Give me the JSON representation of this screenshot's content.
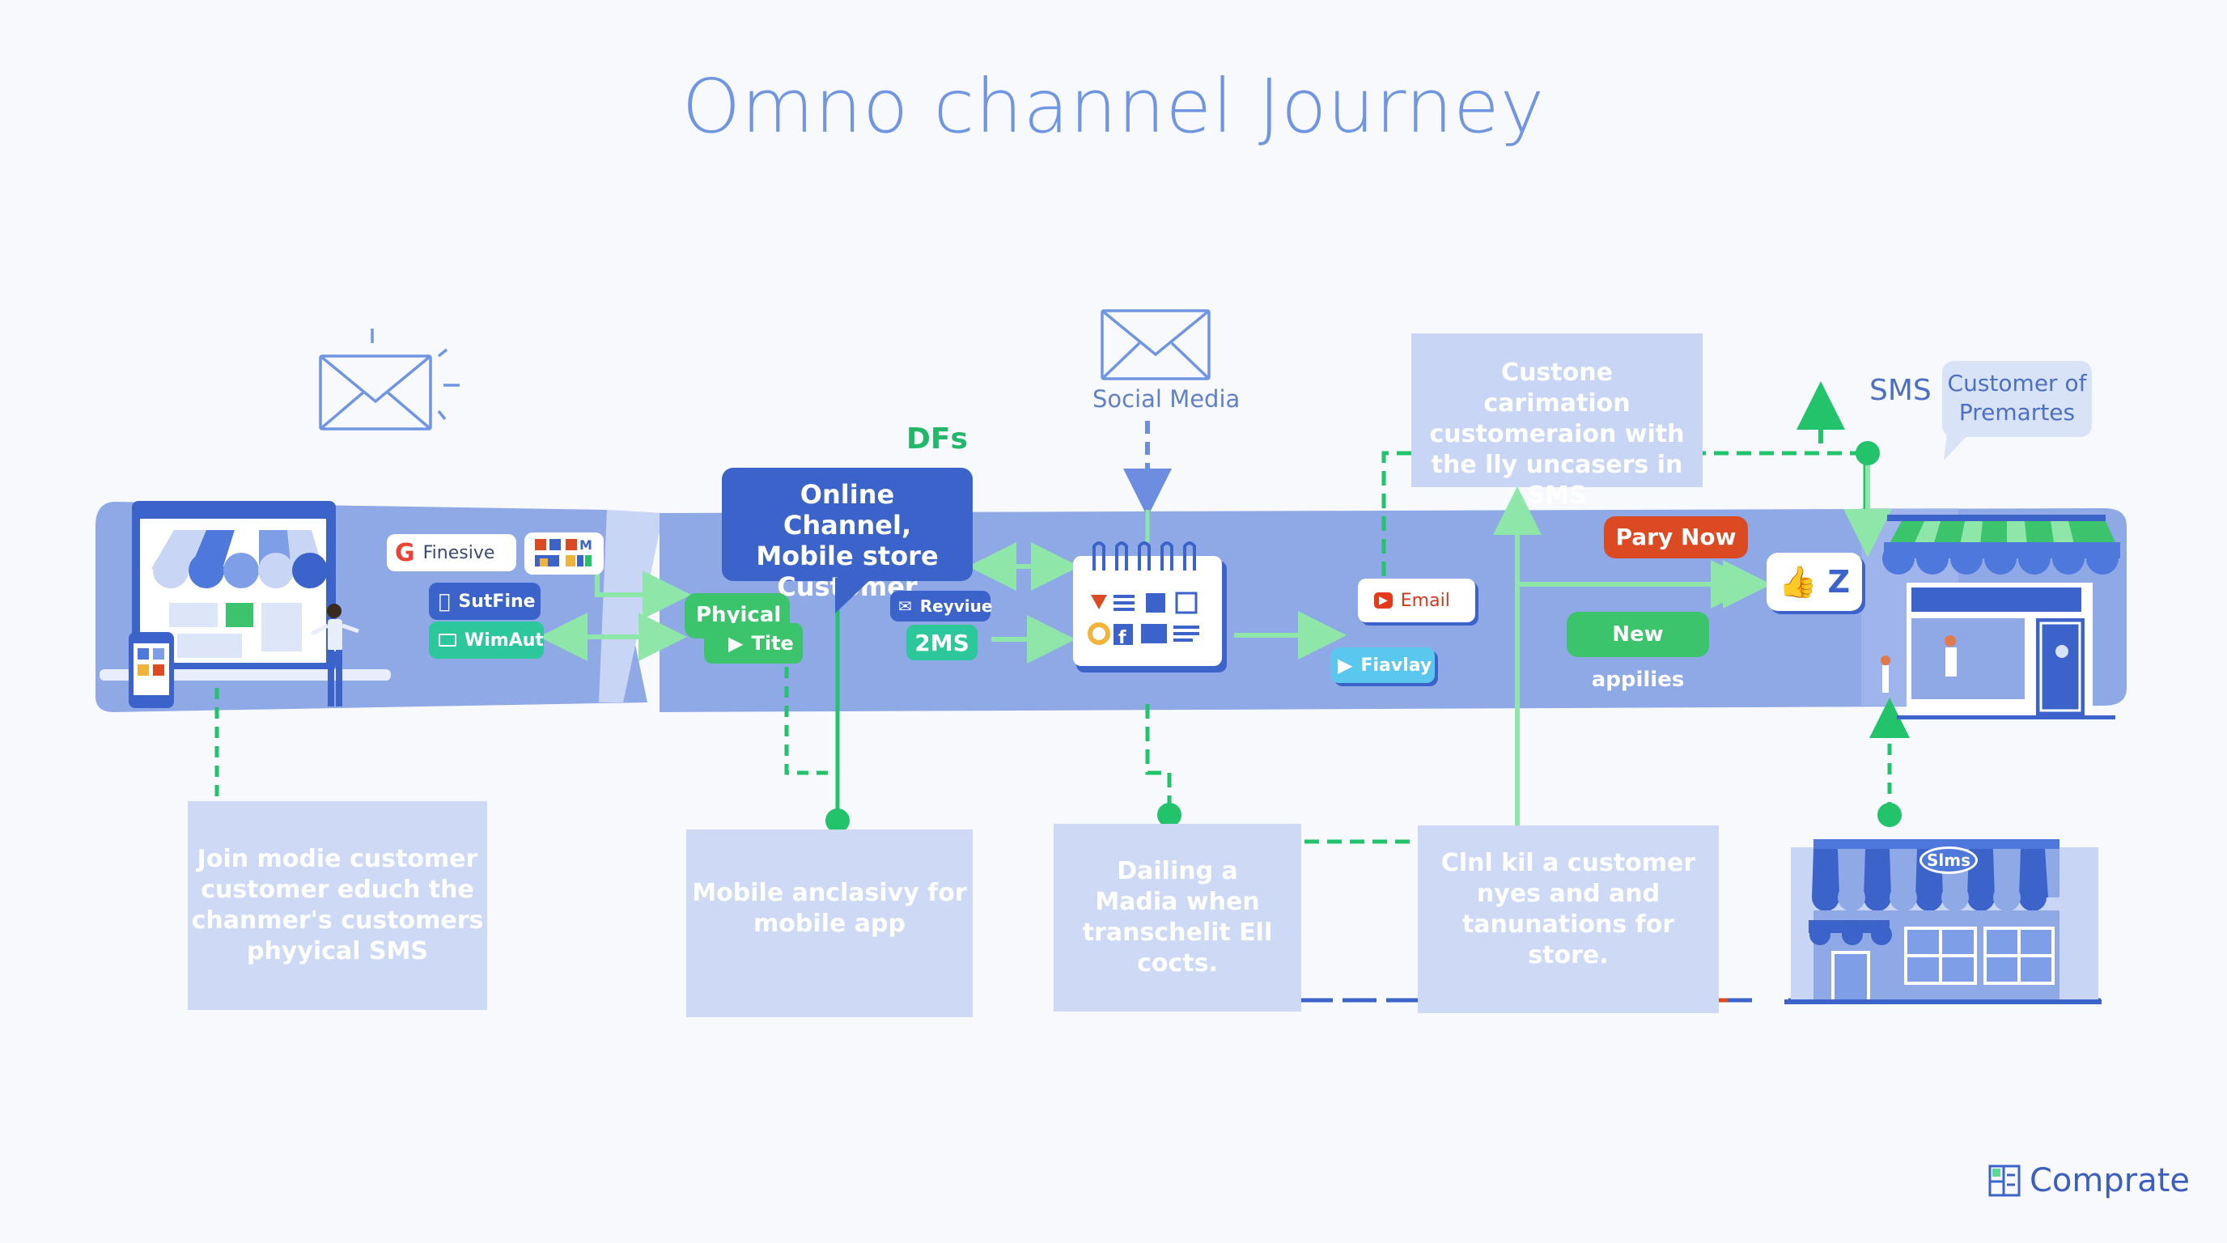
{
  "title": "Omno channel Journey",
  "colors": {
    "band": "#8fa8e6",
    "band_light": "#c8d5f4",
    "primary_blue": "#3b63c9",
    "green": "#22c36a",
    "light_green": "#8ee6a8",
    "teal": "#2cc79a",
    "red": "#dc4a24",
    "card_bg": "#cdd9f5",
    "title": "#7096e3"
  },
  "top_icons": {
    "email_left": "envelope-icon",
    "social_media": {
      "icon": "envelope-icon",
      "label": "Social Media"
    },
    "dfs_label": "DFs",
    "sms_label": "SMS",
    "customer_bubble": "Customer of Premartes"
  },
  "left_section": {
    "device": "laptop-storefront-icon",
    "chips": {
      "google": "Finesive",
      "apps": "app-grid-icon",
      "apple": "SutFine",
      "wimaut": "WimAut"
    }
  },
  "online_bubble": "Online Channel, Mobile store Customer",
  "middle": {
    "physical": "Phyical",
    "title_chip": "Tite",
    "review": "Reyviue",
    "twoms": "2MS",
    "calendar": "social-calendar-icon",
    "email": "Email",
    "fiavlay": "Fiavlay"
  },
  "customer_card_top": "Custone carimation customeraion with the lly uncasers in SMS",
  "right": {
    "pary_now": "Pary Now",
    "new_applies": "New appilies",
    "like_chip": "Z",
    "store": "storefront-icon"
  },
  "bottom_cards": [
    "Join modie customer customer educh the chanmer's customers phyyical SMS",
    "Mobile anclasivy for mobile app",
    "Dailing a Madia when transchelit Ell cocts.",
    "Clnl kil a customer nyes and and tanunations for store."
  ],
  "bottom_store_sign": "Slms",
  "brand": {
    "name": "Comprate",
    "icon": "comprate-logo-icon"
  }
}
